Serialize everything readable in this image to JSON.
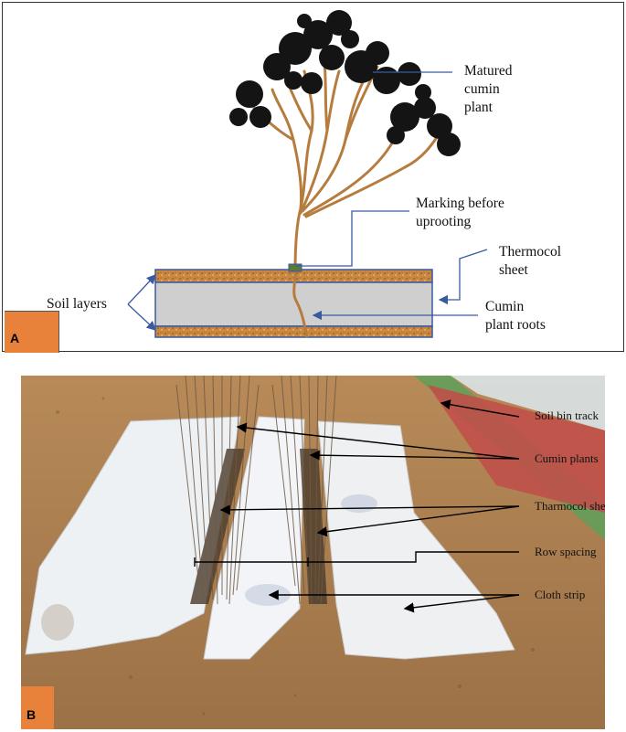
{
  "panel_a": {
    "badge": "A",
    "labels": {
      "matured_1": "Matured",
      "matured_2": "cumin",
      "matured_3": "plant",
      "marking_1": "Marking before",
      "marking_2": "uprooting",
      "thermocol_1": "Thermocol",
      "thermocol_2": "sheet",
      "soil_layers": "Soil layers",
      "roots_1": "Cumin",
      "roots_2": "plant roots"
    }
  },
  "panel_b": {
    "badge": "B",
    "labels": {
      "soil_bin_track": "Soil bin track",
      "cumin_plants": "Cumin plants",
      "tharmocol_sheet": "Tharmocol sheet",
      "row_spacing": "Row spacing",
      "cloth_strip": "Cloth strip"
    }
  },
  "colors": {
    "stem": "#b67c3e",
    "foliage": "#141414",
    "soil": "#c9873f",
    "soil_dots": "#7a4a1a",
    "sheet_fill": "#cfcfcf",
    "blue_lines": "#3a5aa0",
    "badge": "#e8823a",
    "ground": "#a97c4c",
    "track_red": "#c0504a",
    "track_green": "#5fa05a"
  }
}
